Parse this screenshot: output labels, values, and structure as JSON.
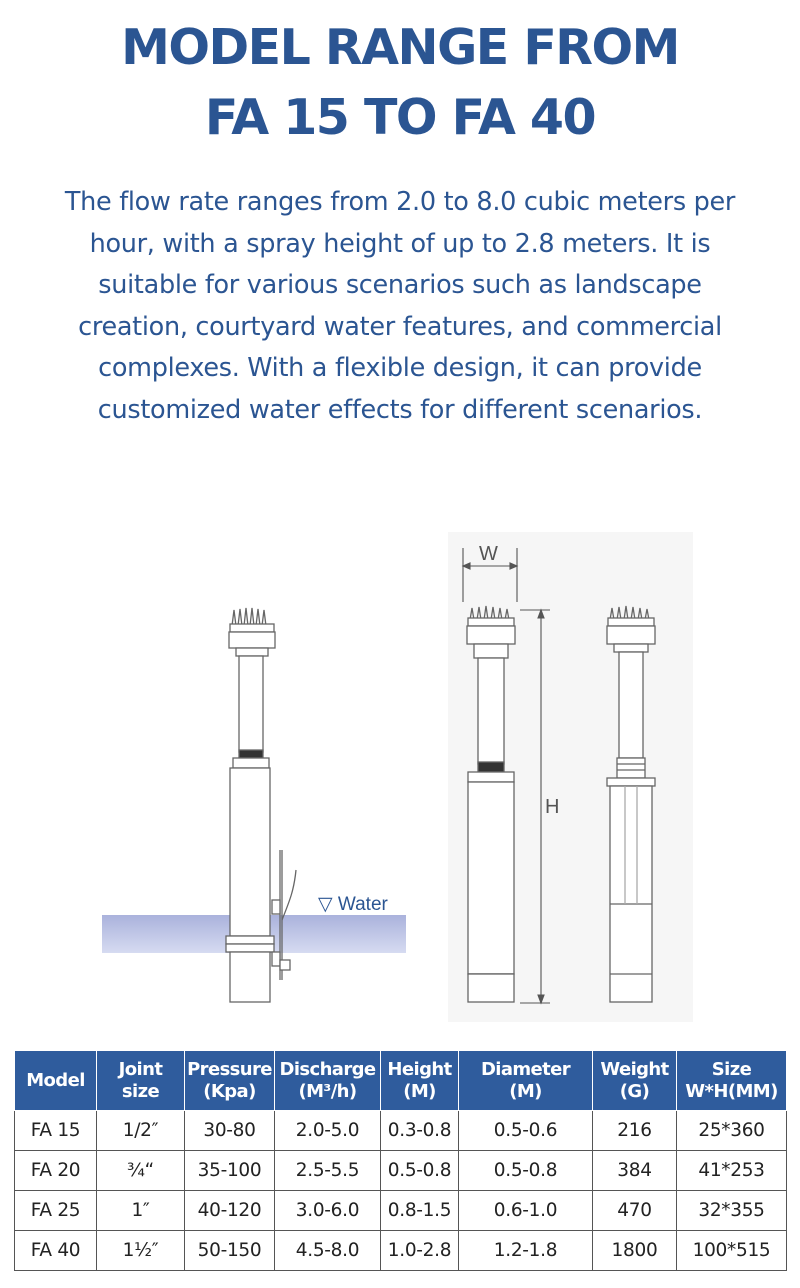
{
  "heading": {
    "line1": "MODEL RANGE FROM",
    "line2": "FA 15 TO  FA 40"
  },
  "description": "The flow rate ranges from 2.0 to 8.0 cubic meters per hour, with a spray height of up to 2.8 meters. It is suitable for various scenarios such as landscape creation, courtyard water features, and commercial complexes. With a flexible design, it can provide customized water effects for different scenarios.",
  "diagram": {
    "water_label": "▽ Water",
    "width_label": "W",
    "height_label": "H"
  },
  "table": {
    "headers": {
      "model": "Model",
      "joint_1": "Joint",
      "joint_2": "size",
      "pressure_1": "Pressure",
      "pressure_2": "(Kpa)",
      "discharge_1": "Discharge",
      "discharge_2": "(M³/h)",
      "height_1": "Height",
      "height_2": "(M)",
      "diameter_1": "Diameter",
      "diameter_2": "(M)",
      "weight_1": "Weight",
      "weight_2": "(G)",
      "size_1": "Size",
      "size_2": "W*H(MM)"
    },
    "rows": [
      {
        "model": "FA 15",
        "joint": "1/2″",
        "pressure": "30-80",
        "discharge": "2.0-5.0",
        "height": "0.3-0.8",
        "diameter": "0.5-0.6",
        "weight": "216",
        "size": "25*360"
      },
      {
        "model": "FA 20",
        "joint": "¾“",
        "pressure": "35-100",
        "discharge": "2.5-5.5",
        "height": "0.5-0.8",
        "diameter": "0.5-0.8",
        "weight": "384",
        "size": "41*253"
      },
      {
        "model": "FA 25",
        "joint": "1″",
        "pressure": "40-120",
        "discharge": "3.0-6.0",
        "height": "0.8-1.5",
        "diameter": "0.6-1.0",
        "weight": "470",
        "size": "32*355"
      },
      {
        "model": "FA 40",
        "joint": "1½″",
        "pressure": "50-150",
        "discharge": "4.5-8.0",
        "height": "1.0-2.8",
        "diameter": "1.2-1.8",
        "weight": "1800",
        "size": "100*515"
      }
    ]
  }
}
